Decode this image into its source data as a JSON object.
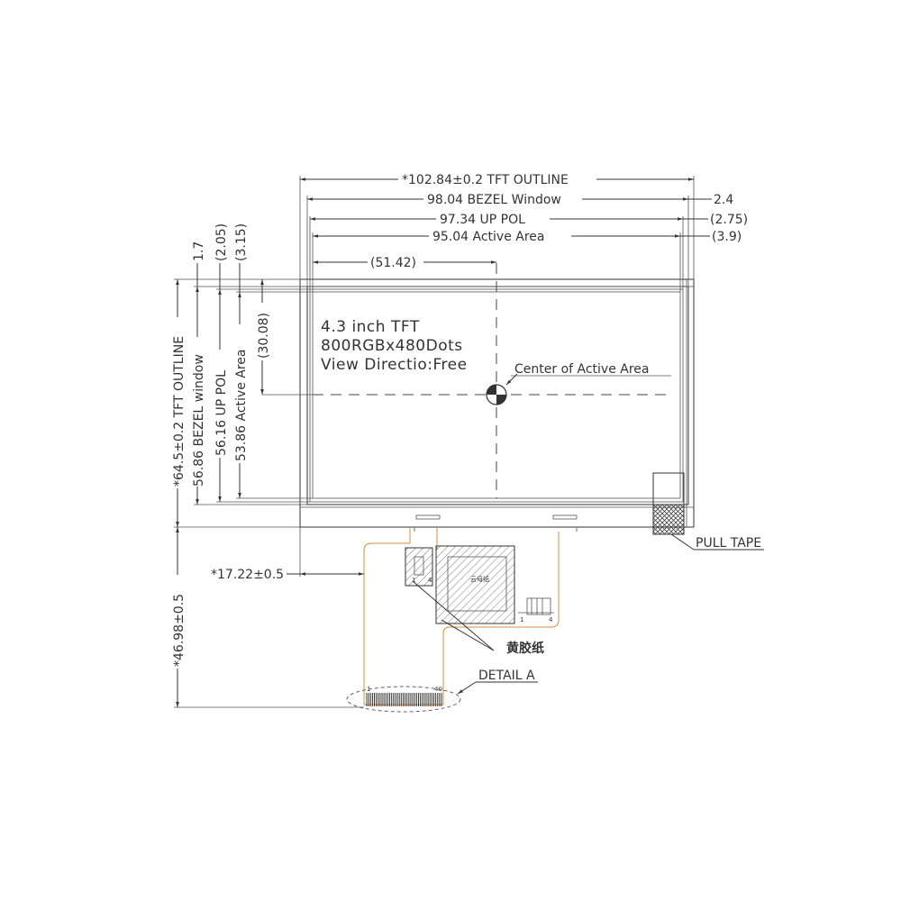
{
  "dims": {
    "tft_outline_w": "*102.84±0.2 TFT OUTLINE",
    "bezel_window_w": "98.04 BEZEL Window",
    "up_pol_w": "97.34 UP POL",
    "active_area_w": "95.04 Active Area",
    "offset_right_1": "2.4",
    "offset_right_2": "(2.75)",
    "offset_right_3": "(3.9)",
    "center_x": "(51.42)",
    "offset_top_1": "1.7",
    "offset_top_2": "(2.05)",
    "offset_top_3": "(3.15)",
    "tft_outline_h": "*64.5±0.2 TFT OUTLINE",
    "bezel_window_h": "56.86 BEZEL window",
    "up_pol_h": "56.16 UP POL",
    "active_area_h": "53.86 Active Area",
    "center_y": "(30.08)",
    "fpc_offset": "*17.22±0.5",
    "fpc_length": "*46.98±0.5"
  },
  "panel_text": {
    "line1": "4.3 inch TFT",
    "line2": "800RGBx480Dots",
    "line3": "View Directio:Free"
  },
  "labels": {
    "center_of_active_area": "Center of Active Area",
    "pull_tape": "PULL TAPE",
    "yellow_tape": "黄胶纸",
    "detail_a": "DETAIL A",
    "ic_mark": "云母纸",
    "pin_first": "1",
    "pin_last": "40",
    "conn_pin_first": "1",
    "conn_pin_last": "4"
  },
  "colors": {
    "line": "#333333",
    "fpc": "#e08a3c"
  }
}
